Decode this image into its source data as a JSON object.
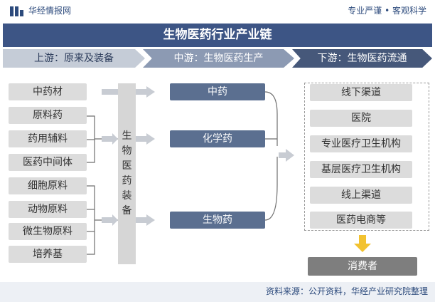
{
  "header": {
    "brand": "华经情报网",
    "slogan": "专业严谨 • 客观科学"
  },
  "title": "生物医药行业产业链",
  "stages": {
    "upstream": "上游：原来及装备",
    "midstream": "中游：生物医药生产",
    "downstream": "下游：生物医药流通"
  },
  "upstream": {
    "items": [
      "中药材",
      "原料药",
      "药用辅料",
      "医药中间体",
      "细胞原料",
      "动物原料",
      "微生物原料",
      "培养基"
    ],
    "equipment": "生物医药装备"
  },
  "midstream": {
    "items": [
      "中药",
      "化学药",
      "生物药"
    ]
  },
  "downstream": {
    "items": [
      "线下渠道",
      "医院",
      "专业医疗卫生机构",
      "基层医疗卫生机构",
      "线上渠道",
      "医药电商等"
    ],
    "consumer": "消费者"
  },
  "source": "资料来源：公开资料，华经产业研究院整理",
  "colors": {
    "title_bar": "#3d5585",
    "midstream_box": "#5b6f90",
    "arrow": "#c8ccd3",
    "consumer_arrow": "#f2c230"
  }
}
